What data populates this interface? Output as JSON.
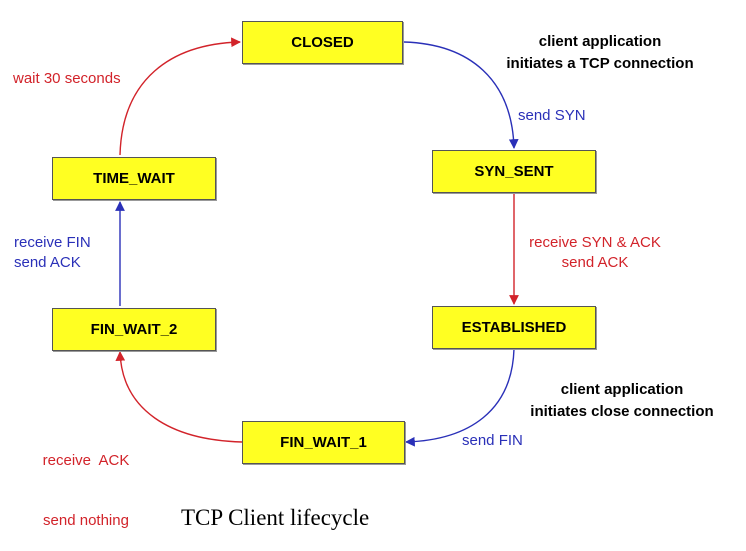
{
  "diagram": {
    "states": {
      "closed": "CLOSED",
      "syn_sent": "SYN_SENT",
      "established": "ESTABLISHED",
      "fin_wait_1": "FIN_WAIT_1",
      "fin_wait_2": "FIN_WAIT_2",
      "time_wait": "TIME_WAIT"
    },
    "transitions": {
      "closed_to_syn_sent": {
        "action": "send SYN",
        "color": "#2a30b8"
      },
      "syn_sent_to_established": {
        "event": "receive SYN & ACK",
        "action": "send ACK",
        "color": "#d2232a"
      },
      "established_to_fin_wait_1": {
        "action": "send FIN",
        "color": "#2a30b8"
      },
      "fin_wait_1_to_fin_wait_2": {
        "event": "receive  ACK",
        "action": "send nothing",
        "color": "#d2232a"
      },
      "fin_wait_2_to_time_wait": {
        "event": "receive FIN",
        "action": "send ACK",
        "color": "#2a30b8"
      },
      "time_wait_to_closed": {
        "event": "wait 30 seconds",
        "color": "#d2232a"
      }
    },
    "notes": {
      "open": {
        "line1": "client application",
        "line2": "initiates a TCP connection"
      },
      "close": {
        "line1": "client application",
        "line2": "initiates close connection"
      }
    },
    "caption": "TCP Client lifecycle",
    "colors": {
      "state_fill": "#ffff22",
      "received": "#d2232a",
      "sent": "#2a30b8"
    }
  }
}
